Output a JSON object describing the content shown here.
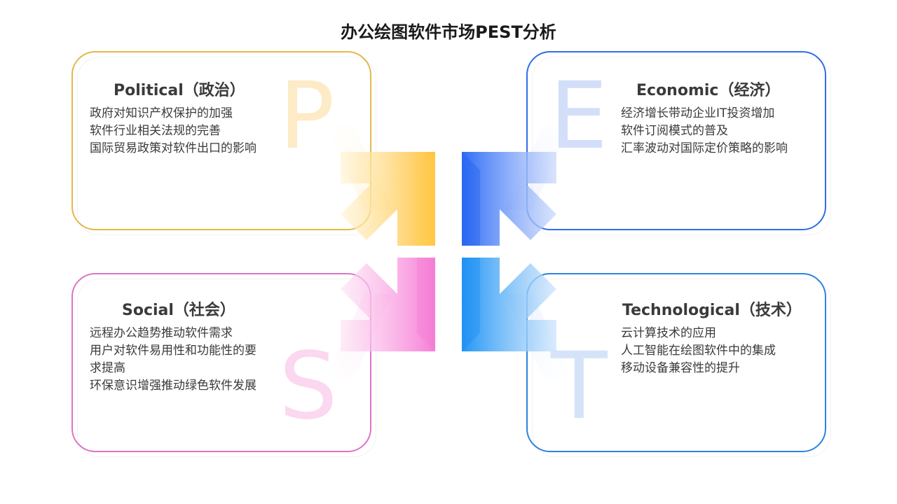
{
  "title": "办公绘图软件市场PEST分析",
  "quadrants": {
    "political": {
      "letter": "P",
      "heading": "Political（政治）",
      "items": [
        "政府对知识产权保护的加强",
        "软件行业相关法规的完善",
        "国际贸易政策对软件出口的影响"
      ],
      "color": "#e4b84a"
    },
    "economic": {
      "letter": "E",
      "heading": "Economic（经济）",
      "items": [
        "经济增长带动企业IT投资增加",
        "软件订阅模式的普及",
        "汇率波动对国际定价策略的影响"
      ],
      "color": "#2f6ee6"
    },
    "social": {
      "letter": "S",
      "heading": "Social（社会）",
      "items": [
        "远程办公趋势推动软件需求",
        "用户对软件易用性和功能性的要求提高",
        "环保意识增强推动绿色软件发展"
      ],
      "color": "#dc74c8"
    },
    "technological": {
      "letter": "T",
      "heading": "Technological（技术）",
      "items": [
        "云计算技术的应用",
        "人工智能在绘图软件中的集成",
        "移动设备兼容性的提升"
      ],
      "color": "#2c83de"
    }
  }
}
